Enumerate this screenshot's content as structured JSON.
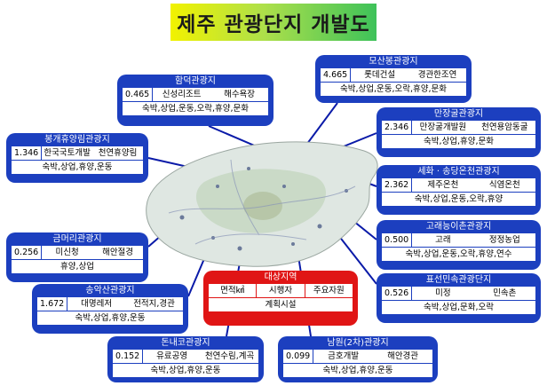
{
  "title": "제주 관광단지 개발도",
  "legend": {
    "header": "대상지역",
    "col1": "면적㎢",
    "col2": "시행자",
    "col3": "주요자원",
    "row2": "계획시설"
  },
  "sites": [
    {
      "id": "hamdeok",
      "name": "함덕관광지",
      "area": "0.465",
      "developer": "신성리조트",
      "resource": "해수욕장",
      "facilities": "숙박,상업,운동,오락,휴양,문화"
    },
    {
      "id": "seongsan",
      "name": "모산봉관광지",
      "area": "4.665",
      "developer": "롯데건설",
      "resource": "경관한조연",
      "facilities": "숙박,상업,운동,오락,휴양,문화"
    },
    {
      "id": "bonggae",
      "name": "봉개휴양림관광지",
      "area": "1.346",
      "developer": "한국국토개발",
      "resource": "천연휴양림",
      "facilities": "숙박,상업,휴양,운동"
    },
    {
      "id": "manjang",
      "name": "만장굴관광지",
      "area": "2.346",
      "developer": "만장굴개발원",
      "resource": "천연용암동굴",
      "facilities": "숙박,상업,휴양,문화"
    },
    {
      "id": "sehwa",
      "name": "세화 · 송당온천관광지",
      "area": "2.362",
      "developer": "제주온천",
      "resource": "식염온천",
      "facilities": "숙박,상업,운동,오락,휴양"
    },
    {
      "id": "goreung",
      "name": "고래능이촌관광지",
      "area": "0.500",
      "developer": "고래",
      "resource": "정정농업",
      "facilities": "숙박,상업,운동,오락,휴양,연수"
    },
    {
      "id": "pyoseon",
      "name": "표선민속관광단지",
      "area": "0.526",
      "developer": "미정",
      "resource": "민속촌",
      "facilities": "숙박,상업,문화,오락"
    },
    {
      "id": "geumeori",
      "name": "금머리관광지",
      "area": "0.256",
      "developer": "미신청",
      "resource": "해안절경",
      "facilities": "휴양,상업"
    },
    {
      "id": "songaksan",
      "name": "송악산관광지",
      "area": "1.672",
      "developer": "대명레저",
      "resource": "전적지,경관",
      "facilities": "숙박,상업,휴양,운동"
    },
    {
      "id": "donnaeko",
      "name": "돈내코관광지",
      "area": "0.152",
      "developer": "유료공영",
      "resource": "천연수림,계곡",
      "facilities": "숙박,상업,휴양,운동"
    },
    {
      "id": "namwon",
      "name": "남원(2차)관광지",
      "area": "0.099",
      "developer": "금호개발",
      "resource": "해안경관",
      "facilities": "숙박,상업,휴양,운동"
    }
  ],
  "colors": {
    "card": "#1c3fbf",
    "legend": "#e01515",
    "island": "#dfe7e2",
    "line": "#0a1aa8"
  }
}
